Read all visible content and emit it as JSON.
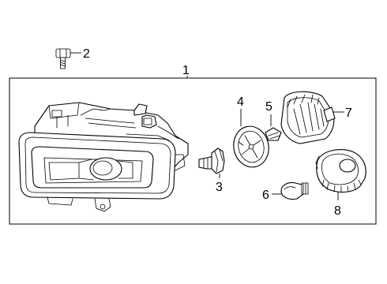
{
  "callouts": {
    "c1": "1",
    "c2": "2",
    "c3": "3",
    "c4": "4",
    "c5": "5",
    "c6": "6",
    "c7": "7",
    "c8": "8"
  },
  "parts": [
    {
      "callout": "1",
      "icon": "headlamp-assembly"
    },
    {
      "callout": "2",
      "icon": "bolt"
    },
    {
      "callout": "3",
      "icon": "bulb-socket"
    },
    {
      "callout": "4",
      "icon": "bulb-holder"
    },
    {
      "callout": "5",
      "icon": "bulb-clip"
    },
    {
      "callout": "6",
      "icon": "wedge-bulb"
    },
    {
      "callout": "7",
      "icon": "housing-cover"
    },
    {
      "callout": "8",
      "icon": "socket-cap"
    }
  ]
}
